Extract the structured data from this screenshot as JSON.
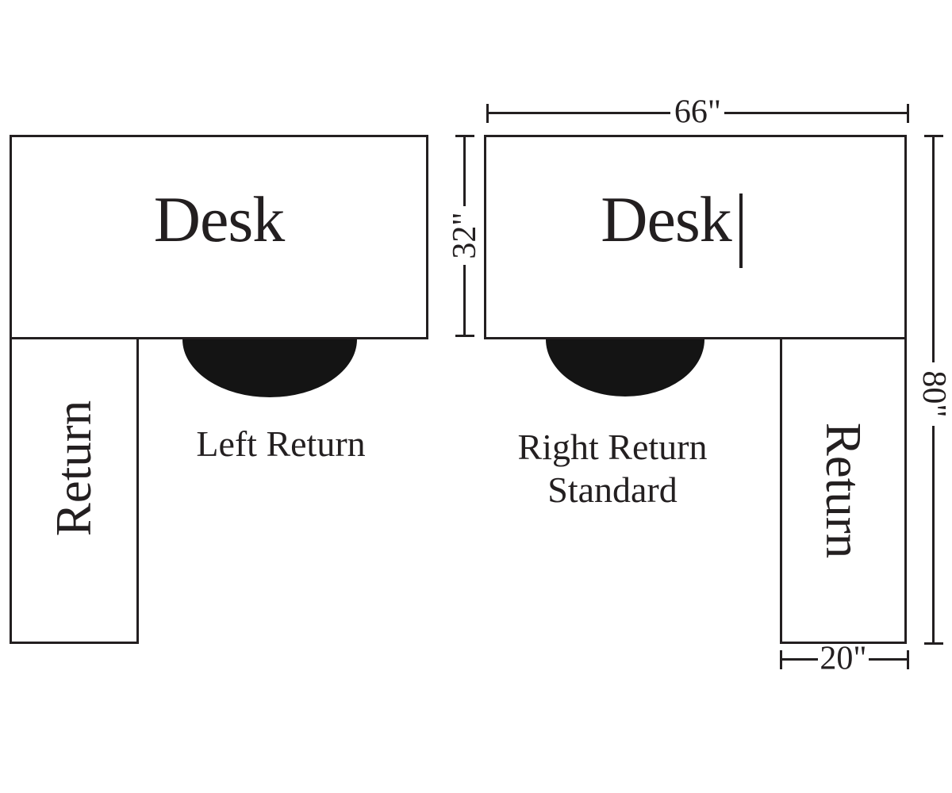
{
  "diagram": {
    "left_configuration": {
      "desk_label": "Desk",
      "return_label": "Return",
      "caption": "Left Return"
    },
    "right_configuration": {
      "desk_label": "Desk",
      "return_label": "Return",
      "caption_line1": "Right Return",
      "caption_line2": "Standard"
    },
    "dimensions": {
      "desk_width": "66\"",
      "desk_depth": "32\"",
      "overall_depth": "80\"",
      "return_width": "20\""
    },
    "colors": {
      "line": "#231f20",
      "background": "#ffffff",
      "chair": "#141414"
    }
  }
}
